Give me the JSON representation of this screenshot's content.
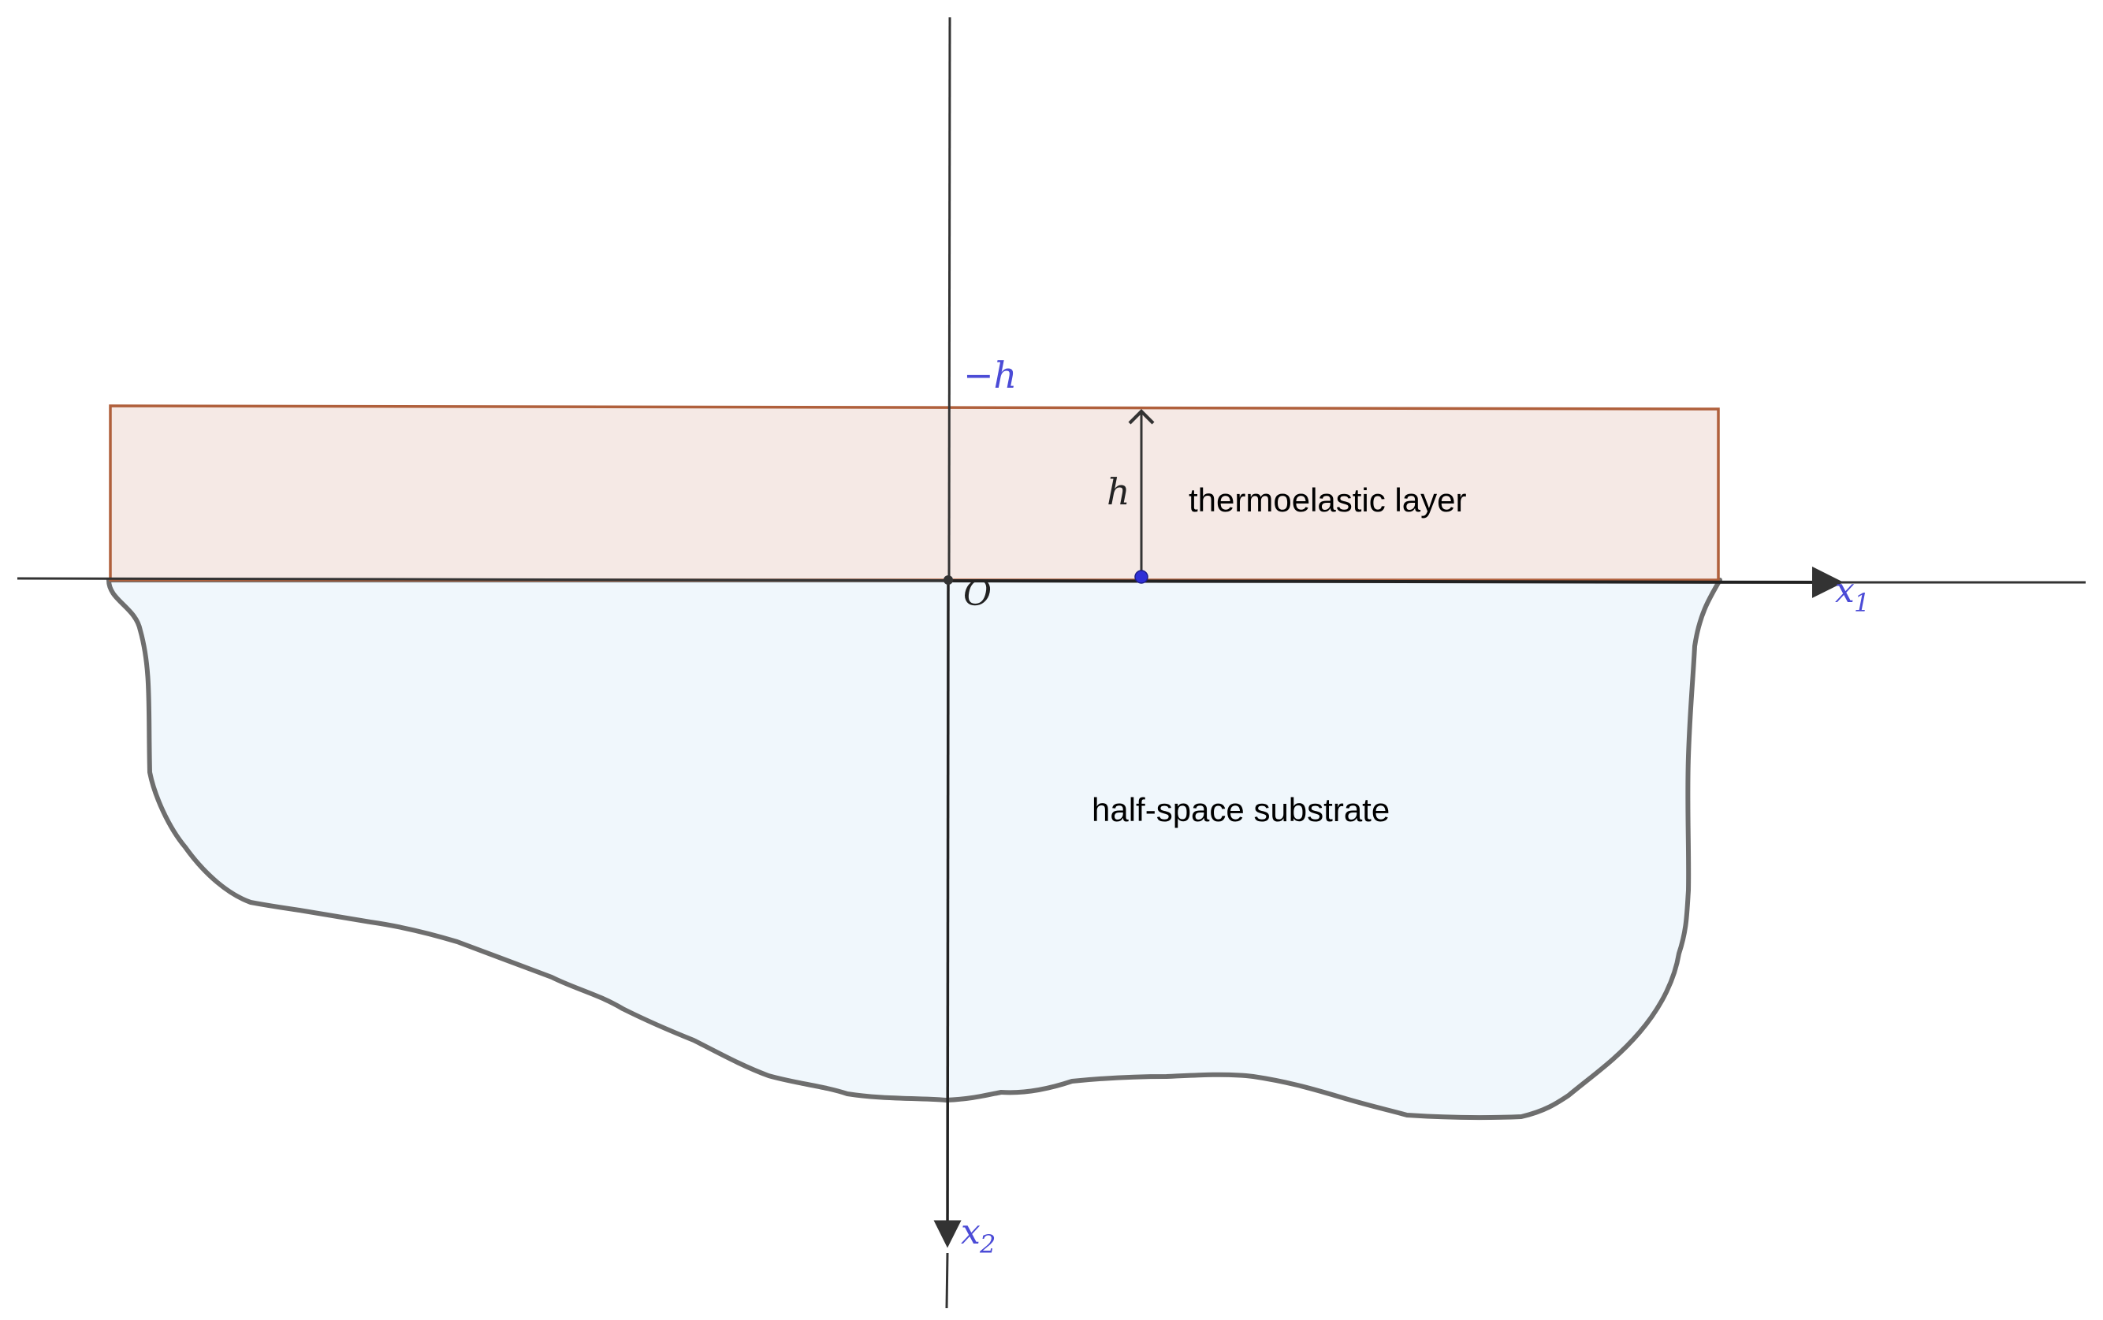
{
  "labels": {
    "layer": "thermoelastic layer",
    "substrate": "half-space substrate",
    "origin": "O",
    "x1_var": "x",
    "x1_sub": "1",
    "x2_var": "x",
    "x2_sub": "2",
    "neg_h": "−h",
    "thickness": "h"
  },
  "colors": {
    "layer_fill": "#f5e9e5",
    "layer_stroke": "#b0603c",
    "substrate_fill": "#f0f7fc",
    "substrate_stroke": "#6e6e6e",
    "axis": "#333333",
    "axis_label": "#4b4bd6",
    "marker": "#2f2fd6"
  }
}
